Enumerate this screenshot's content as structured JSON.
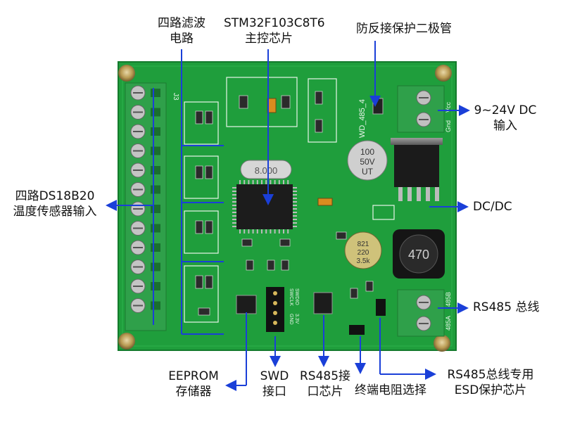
{
  "labels": {
    "filter": [
      "四路滤波",
      "电路"
    ],
    "mcu": [
      "STM32F103C8T6",
      "主控芯片"
    ],
    "reverse": "防反接保护二极管",
    "power": [
      "9~24V DC",
      "输入"
    ],
    "sensor": [
      "四路DS18B20",
      "温度传感器输入"
    ],
    "dcdc": "DC/DC",
    "bus": "RS485 总线",
    "eeprom": [
      "EEPROM",
      "存储器"
    ],
    "swd": [
      "SWD",
      "接口"
    ],
    "rs485chip": [
      "RS485接",
      "口芯片"
    ],
    "term": "终端电阻选择",
    "esd": [
      "RS485总线专用",
      "ESD保护芯片"
    ]
  },
  "board": {
    "silk_model": "WD_485_4",
    "crystal": "8.000",
    "cap_big": [
      "100",
      "50V",
      "UT"
    ],
    "cap_small": [
      "821",
      "220",
      "3.5k"
    ],
    "inductor": "470",
    "power_terms": [
      "Vcc",
      "Gnd"
    ],
    "bus_terms": [
      "485B",
      "485A"
    ],
    "swd_pins": [
      "SWCLK",
      "SWDIO",
      "GND",
      "3.3V"
    ],
    "terminal_label": "J3"
  },
  "colors": {
    "pcb": "#1f9e3c",
    "pcb_dark": "#178a31",
    "terminal": "#2fa04a",
    "arrow": "#1a3fd8"
  }
}
